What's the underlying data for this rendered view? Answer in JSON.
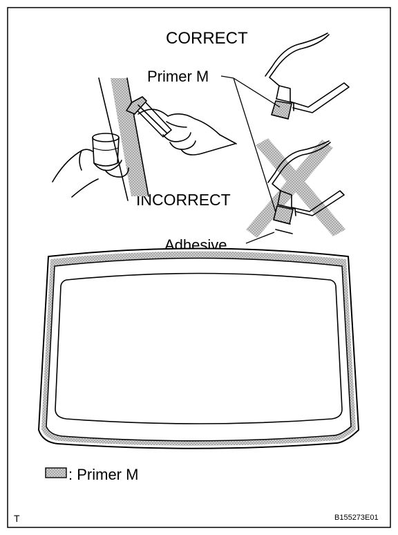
{
  "diagram": {
    "label_correct": "CORRECT",
    "label_primer_m": "Primer M",
    "label_incorrect": "INCORRECT",
    "label_adhesive": "Adhesive",
    "legend": {
      "text": ": Primer M",
      "swatch_icon": "primer-swatch-icon"
    },
    "corner_marker": "T",
    "figure_code": "B155273E01"
  },
  "colors": {
    "ink": "#000000",
    "primer_fill": "#b5b5b5",
    "cross_fill": "#bdbdbd",
    "paper": "#ffffff"
  }
}
